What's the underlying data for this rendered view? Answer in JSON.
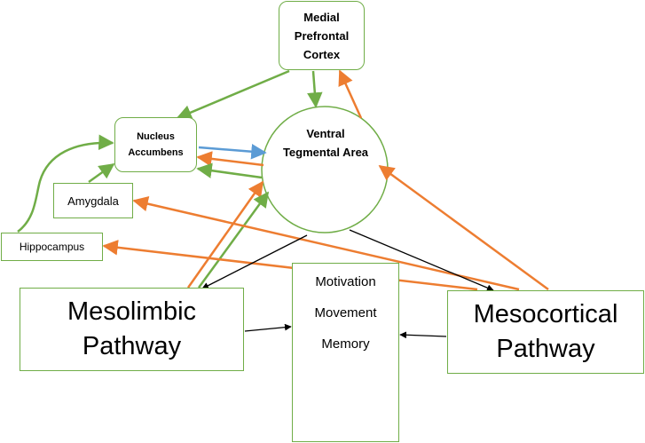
{
  "nodes": {
    "mpfc": "Medial Prefrontal Cortex",
    "nucleus_accumbens": "Nucleus Accumbens",
    "vta": "Ventral Tegmental Area",
    "amygdala": "Amygdala",
    "hippocampus": "Hippocampus",
    "mesolimbic": "Mesolimbic Pathway",
    "mesocortical": "Mesocortical Pathway",
    "functions": [
      "Motivation",
      "Movement",
      "Memory"
    ]
  },
  "colors": {
    "mesolimbic_green": "#70ad47",
    "mesocortical_orange": "#ed7d31",
    "blue": "#5b9bd5",
    "black": "#000000"
  },
  "edges": [
    {
      "from": "mpfc",
      "to": "nucleus_accumbens",
      "color": "green"
    },
    {
      "from": "mpfc",
      "to": "vta",
      "color": "green"
    },
    {
      "from": "vta",
      "to": "mpfc",
      "color": "orange"
    },
    {
      "from": "nucleus_accumbens",
      "to": "vta",
      "color": "blue"
    },
    {
      "from": "vta",
      "to": "nucleus_accumbens",
      "color": "orange"
    },
    {
      "from": "vta",
      "to": "nucleus_accumbens",
      "color": "green"
    },
    {
      "from": "amygdala",
      "to": "nucleus_accumbens",
      "color": "green"
    },
    {
      "from": "hippocampus",
      "to": "nucleus_accumbens",
      "color": "green"
    },
    {
      "from": "mesolimbic",
      "to": "vta",
      "color": "orange"
    },
    {
      "from": "mesolimbic",
      "to": "vta",
      "color": "green"
    },
    {
      "from": "mesocortical",
      "to": "vta",
      "color": "orange"
    },
    {
      "from": "mesocortical",
      "to": "amygdala",
      "color": "orange"
    },
    {
      "from": "mesocortical",
      "to": "hippocampus",
      "color": "orange"
    },
    {
      "from": "vta",
      "to": "mesolimbic",
      "color": "black"
    },
    {
      "from": "vta",
      "to": "mesocortical",
      "color": "black"
    },
    {
      "from": "mesolimbic",
      "to": "functions",
      "color": "black"
    },
    {
      "from": "mesocortical",
      "to": "functions",
      "color": "black"
    }
  ]
}
